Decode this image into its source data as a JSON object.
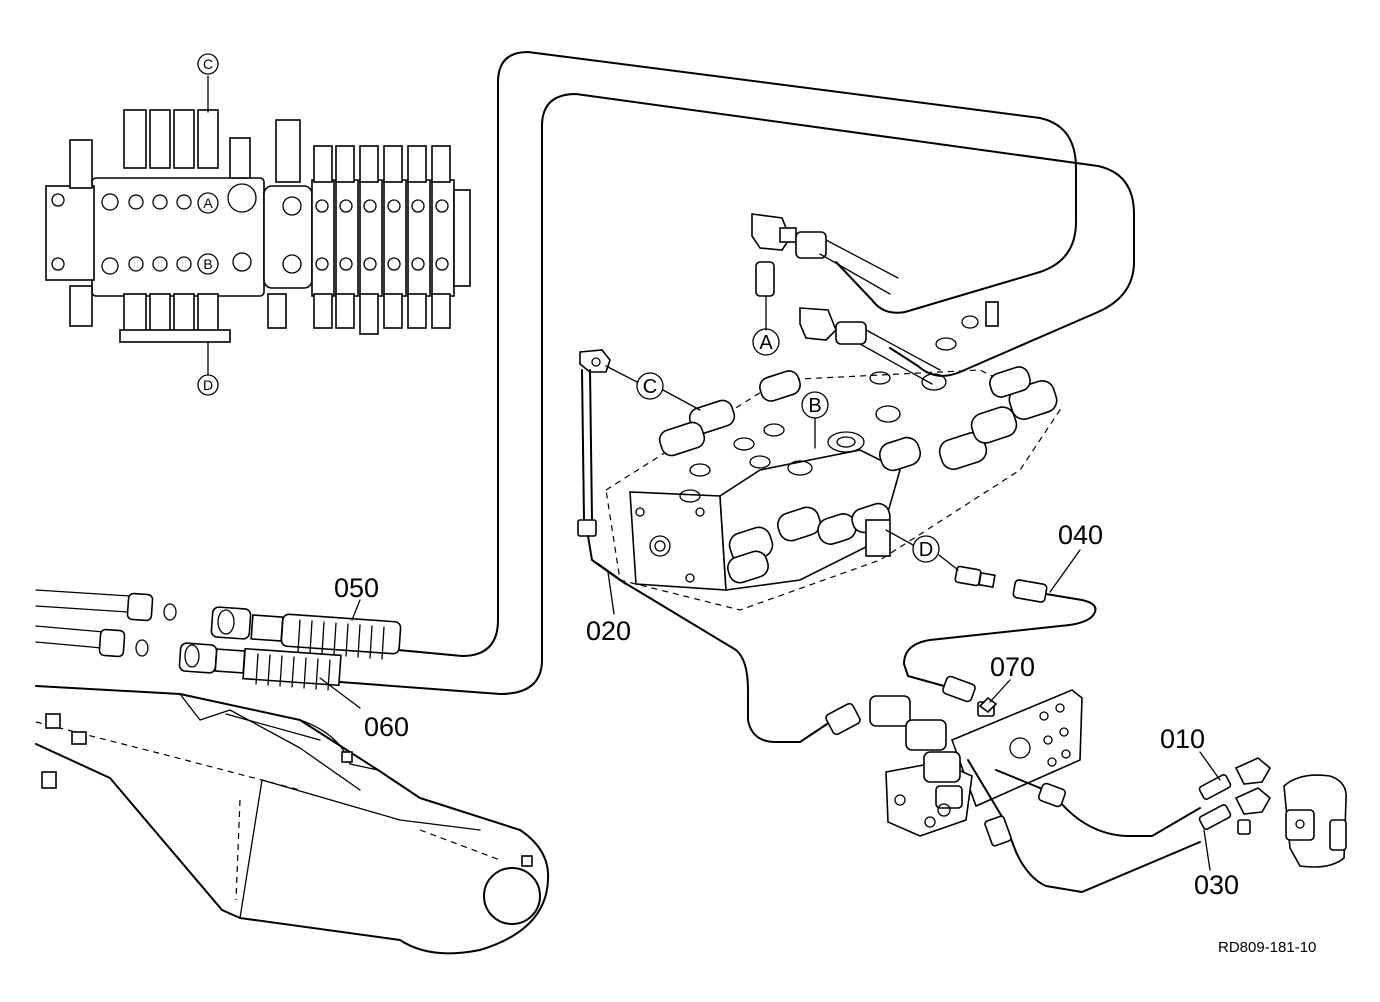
{
  "drawing": {
    "reference_code": "RD809-181-10"
  },
  "callouts": {
    "p010": "010",
    "p020": "020",
    "p030": "030",
    "p040": "040",
    "p050": "050",
    "p060": "060",
    "p070": "070"
  },
  "ports": {
    "a": "A",
    "b": "B",
    "c": "C",
    "d": "D"
  },
  "inset_ports": {
    "a": "A",
    "b": "B",
    "c": "C",
    "d": "D"
  },
  "colors": {
    "line": "#000000",
    "background": "#ffffff"
  }
}
